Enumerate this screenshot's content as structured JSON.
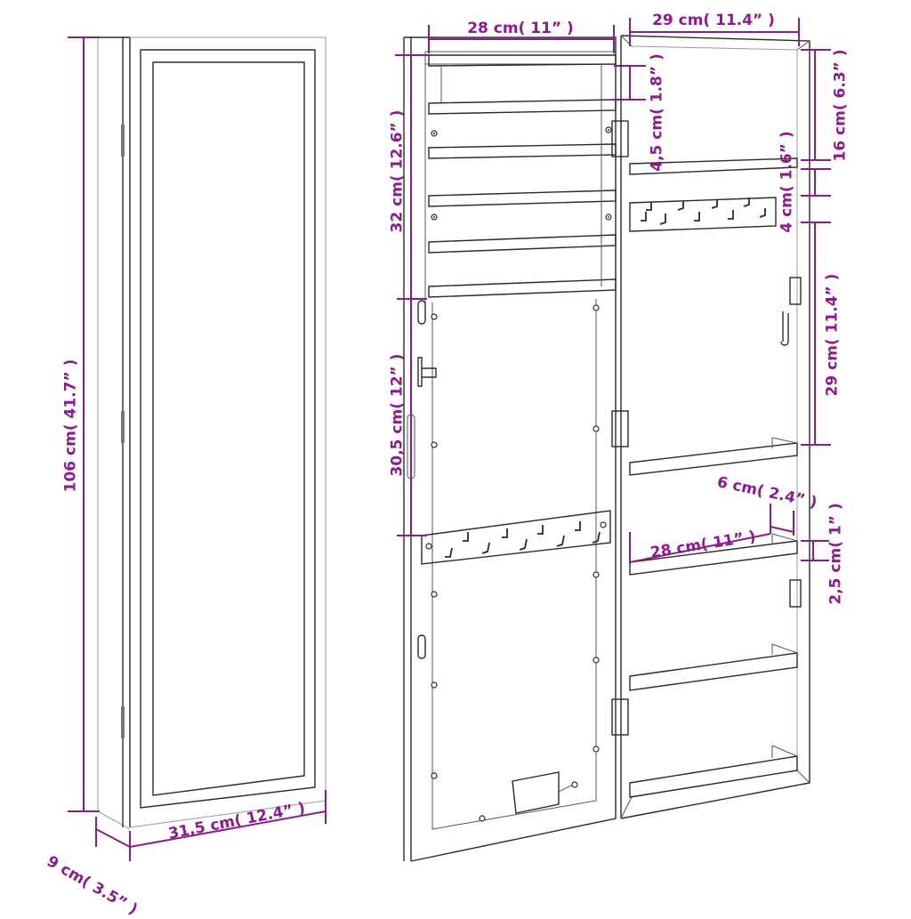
{
  "diagram": {
    "subject": "wall-mounted mirror jewellery cabinet dimension drawing",
    "dimension_color": "#8e1a8e",
    "line_color": "#2a2a2a",
    "views": [
      {
        "name": "closed-cabinet-front",
        "description": "closed cabinet with framed mirror door"
      },
      {
        "name": "open-door-inside",
        "description": "inside of door with jewellery bars and hook rail"
      },
      {
        "name": "open-cabinet-body",
        "description": "cabinet body with hook rail and shelves"
      }
    ]
  },
  "dimensions": {
    "overall_height": "106 cm( 41.7” )",
    "depth": "9 cm( 3.5” )",
    "overall_width": "31,5 cm( 12.4” )",
    "door_inner_width": "28 cm( 11” )",
    "body_inner_width": "29 cm( 11.4” )",
    "bar_spacing": "4,5 cm( 1.8” )",
    "jewellery_area_height": "32 cm( 12.6” )",
    "door_lower_height": "30,5 cm( 12” )",
    "top_compartment_height": "16 cm( 6.3” )",
    "hook_rail_height": "4 cm( 1.6” )",
    "middle_compartment_height": "29 cm( 11.4” )",
    "shelf_depth": "6 cm( 2.4” )",
    "shelf_width": "28 cm( 11” )",
    "shelf_lip_height": "2,5 cm( 1” )"
  }
}
